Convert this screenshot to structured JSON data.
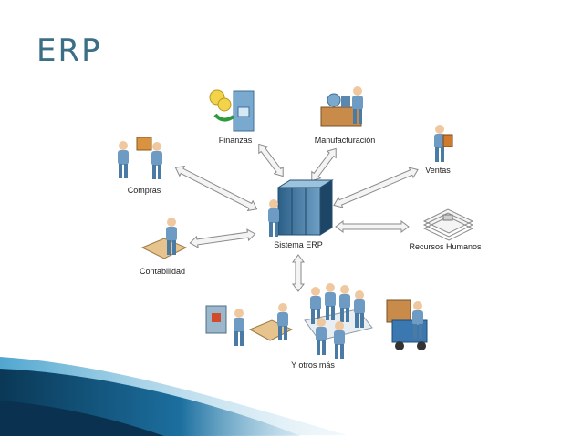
{
  "slide": {
    "title": "ERP"
  },
  "diagram": {
    "center": "Sistema ERP",
    "nodes": {
      "finanzas": "Finanzas",
      "manufacturacion": "Manufacturación",
      "ventas": "Ventas",
      "compras": "Compras",
      "recursos_humanos": "Recursos Humanos",
      "contabilidad": "Contabilidad",
      "otros": "Y otros más"
    }
  },
  "colors": {
    "title": "#3b6f86",
    "accent_dark": "#0b3d5c",
    "accent_mid": "#1f7ab0",
    "accent_light": "#cfe3ee"
  }
}
